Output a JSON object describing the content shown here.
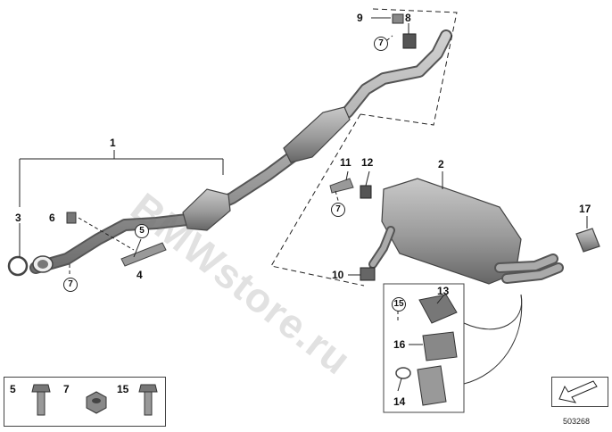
{
  "diagram": {
    "watermark": "BMWstore.ru",
    "reference_number": "503268",
    "callouts": [
      "1",
      "2",
      "3",
      "4",
      "5",
      "6",
      "7",
      "7",
      "7",
      "8",
      "9",
      "10",
      "11",
      "12",
      "13",
      "14",
      "15",
      "16",
      "17"
    ],
    "circled_callouts": [
      "5",
      "7",
      "7",
      "7",
      "15"
    ],
    "legend": {
      "items": [
        {
          "number": "5"
        },
        {
          "number": "7"
        },
        {
          "number": "15"
        }
      ]
    }
  }
}
